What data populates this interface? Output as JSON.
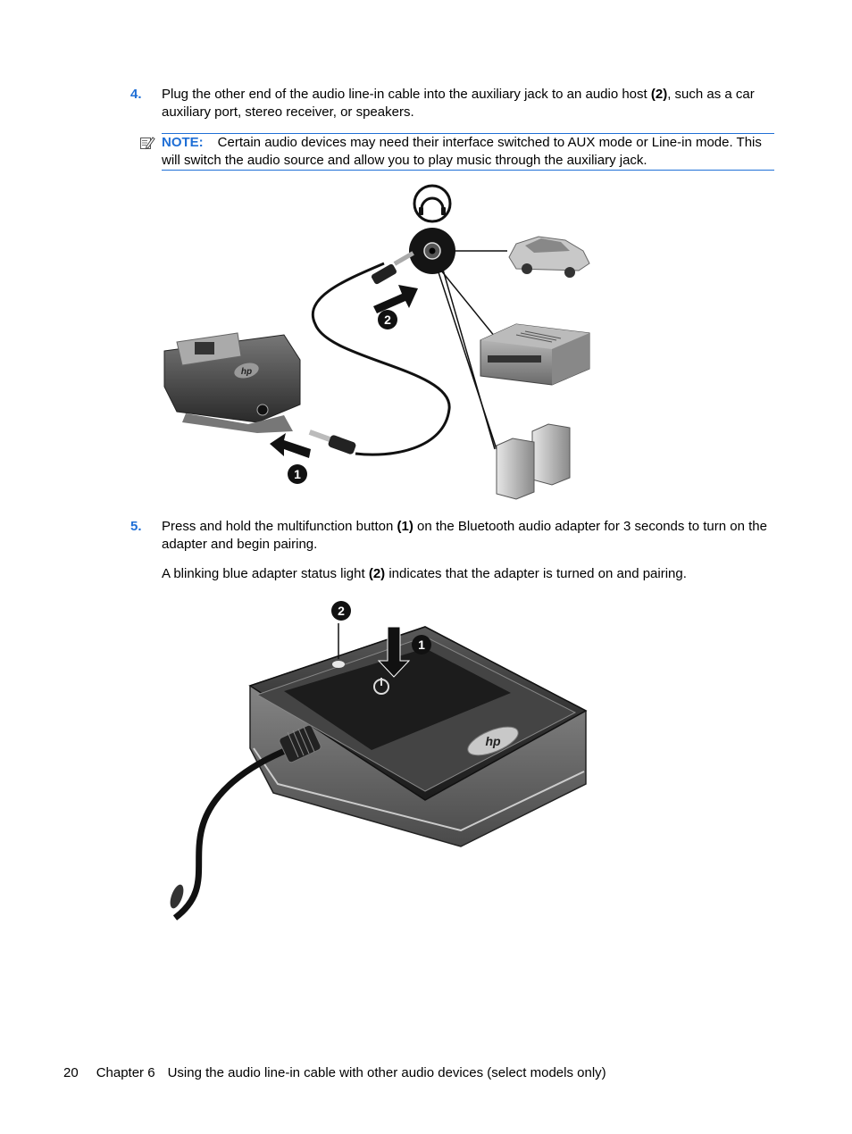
{
  "steps": [
    {
      "number": "4.",
      "text_before": "Plug the other end of the audio line-in cable into the auxiliary jack to an audio host ",
      "bold": "(2)",
      "text_after": ", such as a car auxiliary port, stereo receiver, or speakers."
    },
    {
      "number": "5.",
      "text_before": "Press and hold the multifunction button ",
      "bold": "(1)",
      "text_after": " on the Bluetooth audio adapter for 3 seconds to turn on the adapter and begin pairing."
    }
  ],
  "note": {
    "label": "NOTE:",
    "text": "Certain audio devices may need their interface switched to AUX mode or Line-in mode. This will switch the audio source and allow you to play music through the auxiliary jack.",
    "icon": "note-pencil-icon"
  },
  "step5_detail": {
    "text_before": "A blinking blue adapter status light ",
    "bold": "(2)",
    "text_after": " indicates that the adapter is turned on and pairing."
  },
  "figure1": {
    "callout_1": "1",
    "callout_2": "2",
    "logo": "hp"
  },
  "figure2": {
    "callout_1": "1",
    "callout_2": "2",
    "logo": "hp"
  },
  "footer": {
    "page_number": "20",
    "chapter": "Chapter 6",
    "title": "Using the audio line-in cable with other audio devices (select models only)"
  },
  "colors": {
    "accent": "#1f6fd6"
  }
}
